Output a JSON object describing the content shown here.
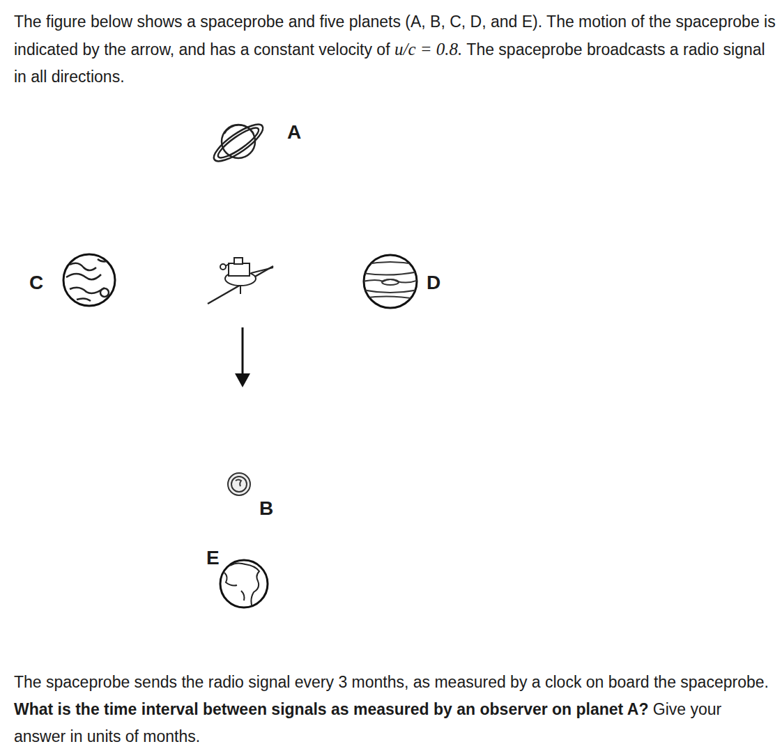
{
  "diagram": {
    "labels": [
      "The figure below shows a spaceprobe and five planets (A, B, C, D, and E). The motion of the spaceprobe is indicated by the arrow, and has a constant velocity of",
      "u/c = 0.8.",
      "The spaceprobe broadcasts a radio signal in all directions.",
      "A",
      "C",
      "D",
      "B",
      "E",
      "The spaceprobe sends the radio signal every 3 months, as measured by a clock on board the spaceprobe.",
      "What is the time interval between signals as measured by an observer on planet A?",
      "Give your answer in units of months."
    ]
  }
}
